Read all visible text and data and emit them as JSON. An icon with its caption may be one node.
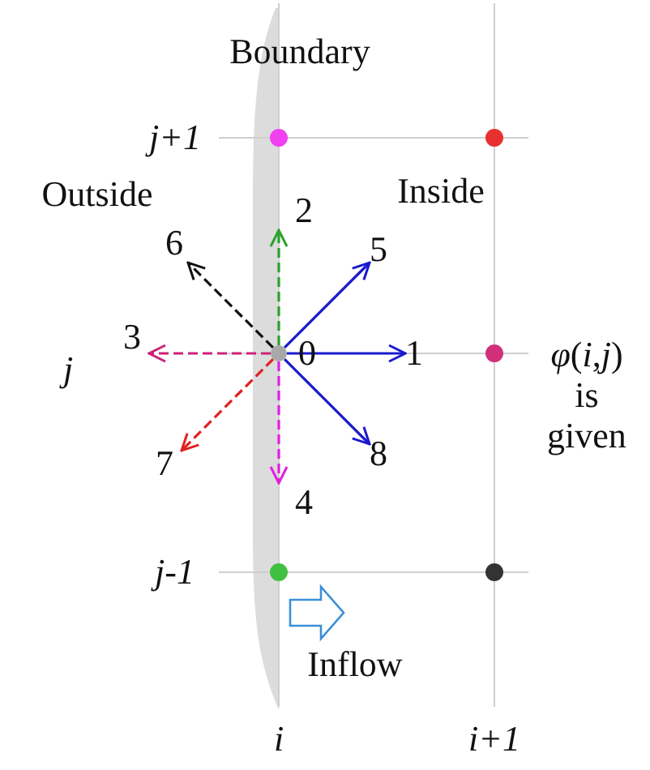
{
  "diagram": {
    "nodes": [
      {
        "text": [],
        "shape": "circle",
        "beside": [
          "0"
        ]
      },
      {
        "text": [
          "1"
        ]
      },
      {
        "text": [
          "2"
        ]
      },
      {
        "text": [
          "3"
        ]
      },
      {
        "text": [
          "4"
        ]
      },
      {
        "text": [
          "5"
        ]
      },
      {
        "text": [
          "6"
        ]
      },
      {
        "text": [
          "7"
        ]
      },
      {
        "text": [
          "8"
        ]
      }
    ],
    "edges": [
      {
        "from": 0,
        "to": 1,
        "arrow": "to"
      },
      {
        "from": 0,
        "to": 2,
        "arrow": "to",
        "style": "dashed",
        "color": "#2ca02c"
      },
      {
        "from": 0,
        "to": 3,
        "arrow": "to",
        "style": "dashed",
        "color": "#cc2277"
      },
      {
        "from": 0,
        "to": 4,
        "arrow": "to",
        "style": "dashed",
        "color": "#e020e0"
      },
      {
        "from": 0,
        "to": 5,
        "arrow": "to"
      },
      {
        "from": 0,
        "to": 6,
        "arrow": "to",
        "style": "dashed",
        "color": "#111111"
      },
      {
        "from": 0,
        "to": 7,
        "arrow": "to",
        "style": "dashed",
        "color": "#e02020"
      },
      {
        "from": 0,
        "to": 8,
        "arrow": "to"
      }
    ],
    "labels": [
      "Boundary",
      "j+1",
      "Outside",
      "Inside",
      "j",
      "*φ*(*i*,*j*) is given",
      "j-1",
      "Inflow",
      "i",
      "i+1"
    ]
  }
}
